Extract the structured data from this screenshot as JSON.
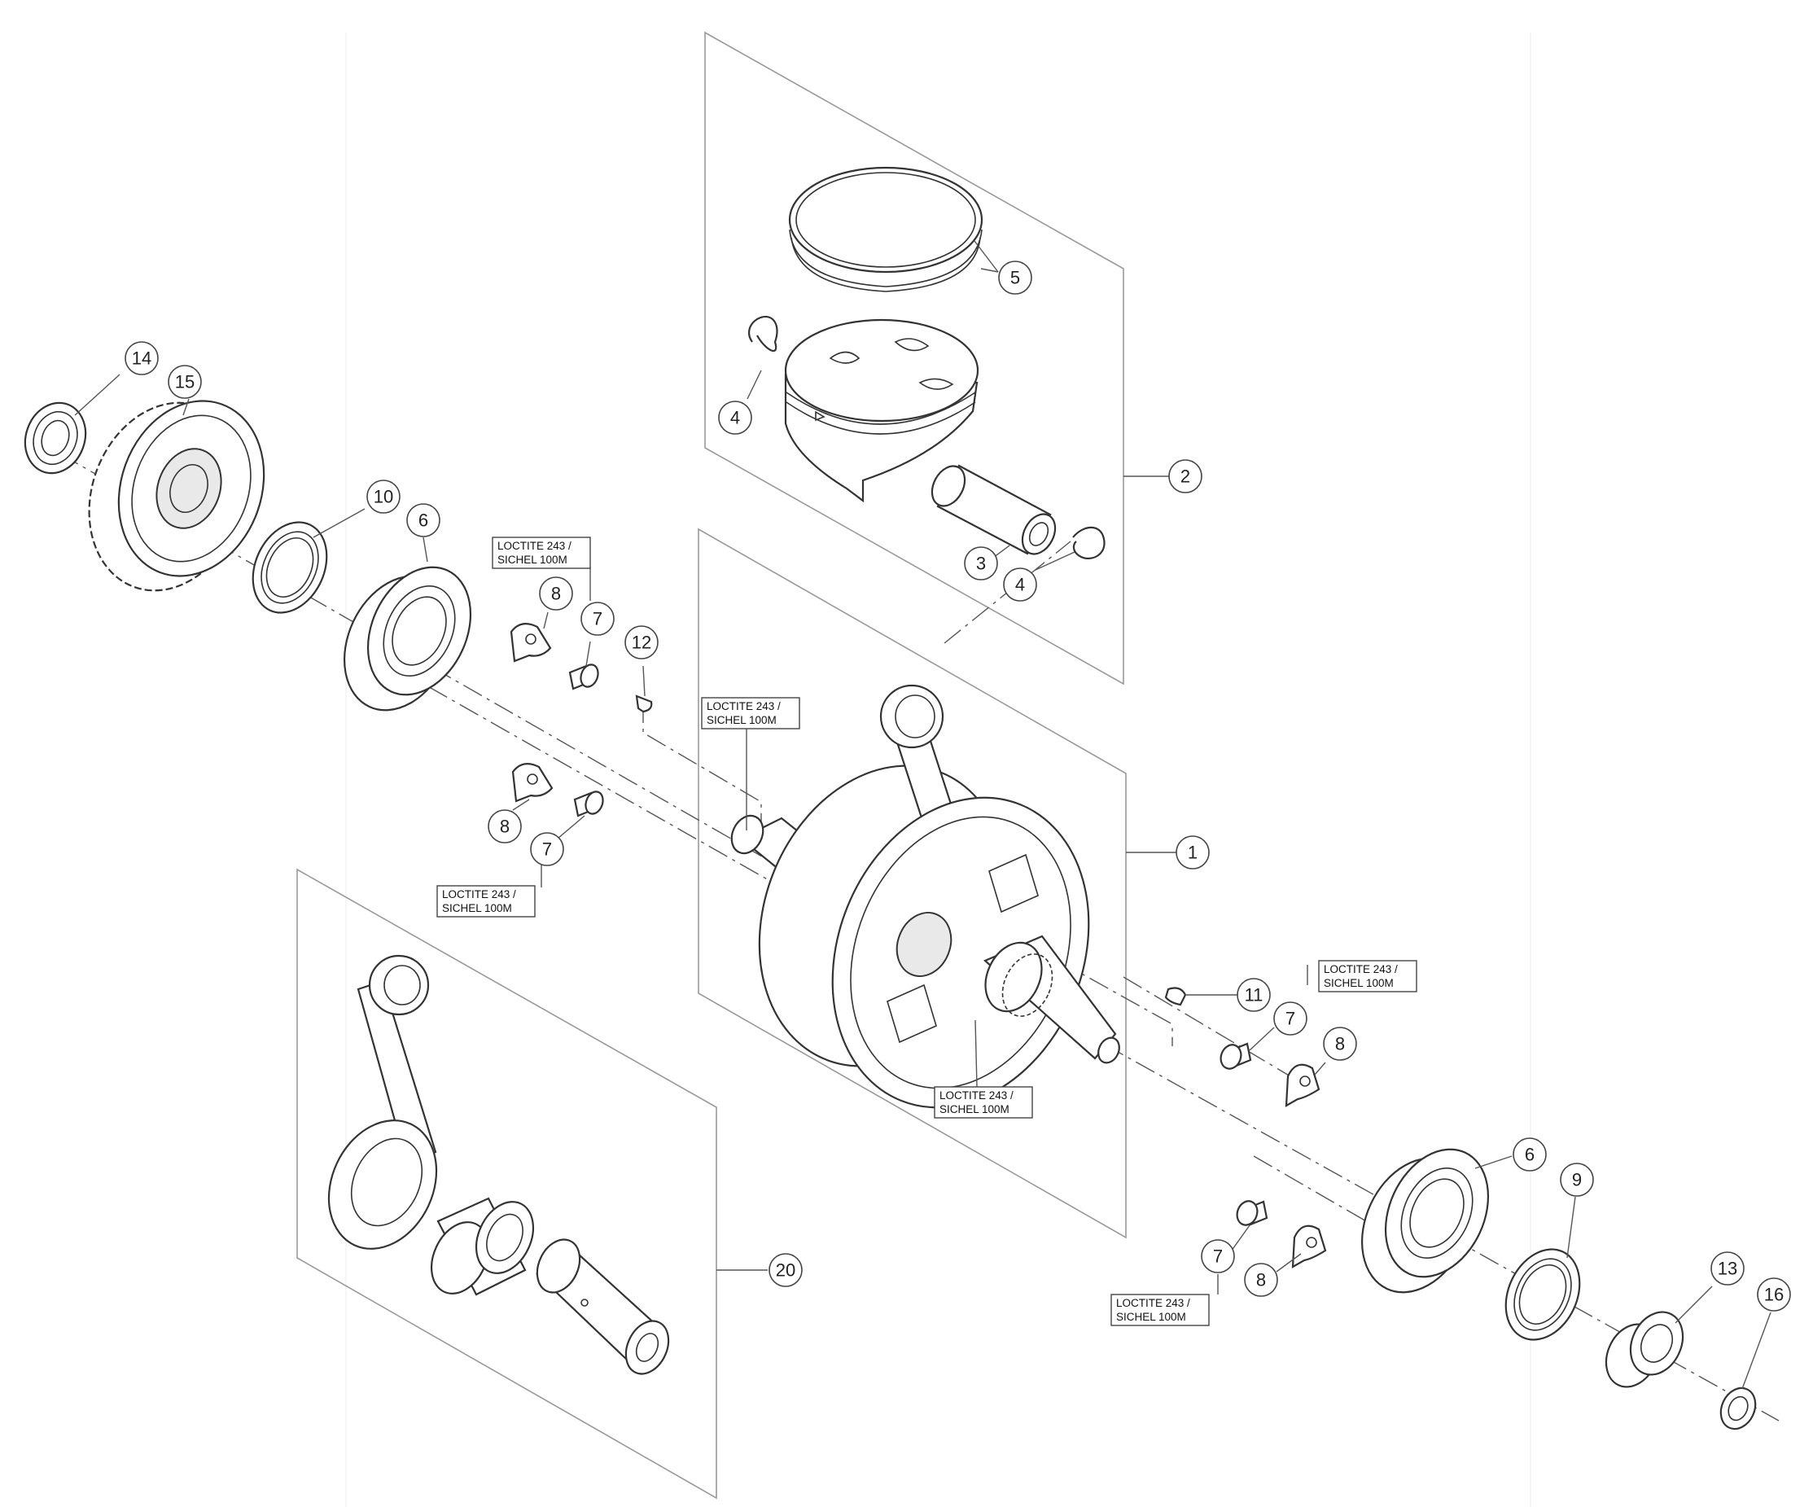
{
  "notes": {
    "loctite_line1": "LOCTITE 243 /",
    "loctite_line2": "SICHEL 100M"
  },
  "callouts": {
    "c1": "1",
    "c2": "2",
    "c3": "3",
    "c4a": "4",
    "c4b": "4",
    "c5": "5",
    "c6a": "6",
    "c6b": "6",
    "c7a": "7",
    "c7b": "7",
    "c7c": "7",
    "c7d": "7",
    "c8a": "8",
    "c8b": "8",
    "c8c": "8",
    "c8d": "8",
    "c9": "9",
    "c10": "10",
    "c11": "11",
    "c12": "12",
    "c13": "13",
    "c14": "14",
    "c15": "15",
    "c16": "16",
    "c20": "20"
  }
}
